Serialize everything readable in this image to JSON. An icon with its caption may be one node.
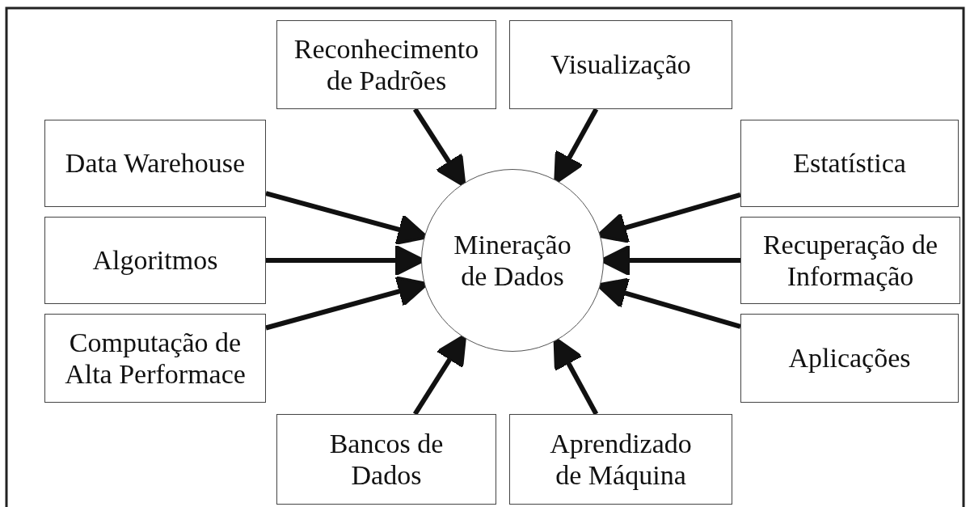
{
  "diagram": {
    "nodes": [
      {
        "text": [
          "Reconhecimento de Padrões"
        ]
      },
      {
        "text": [
          "Visualização"
        ]
      },
      {
        "text": [
          "Data Warehouse"
        ]
      },
      {
        "text": [
          "Estatística"
        ]
      },
      {
        "text": [
          "Algoritmos"
        ]
      },
      {
        "text": [
          "Mineração de Dados"
        ]
      },
      {
        "text": [
          "Recuperação de Informação"
        ]
      },
      {
        "text": [
          "Computação de Alta Performace"
        ]
      },
      {
        "text": [
          "Aplicações"
        ]
      },
      {
        "text": [
          "Bancos de Dados"
        ]
      },
      {
        "text": [
          "Aprendizado de Máquina"
        ]
      }
    ],
    "edges": [
      {
        "from": 0,
        "to": 5,
        "arrow": "to"
      },
      {
        "from": 1,
        "to": 5,
        "arrow": "to"
      },
      {
        "from": 2,
        "to": 5,
        "arrow": "to"
      },
      {
        "from": 3,
        "to": 5,
        "arrow": "to"
      },
      {
        "from": 4,
        "to": 5,
        "arrow": "to"
      },
      {
        "from": 6,
        "to": 5,
        "arrow": "to"
      },
      {
        "from": 7,
        "to": 5,
        "arrow": "to"
      },
      {
        "from": 8,
        "to": 5,
        "arrow": "to"
      },
      {
        "from": 9,
        "to": 5,
        "arrow": "to"
      },
      {
        "from": 10,
        "to": 5,
        "arrow": "to"
      }
    ]
  }
}
